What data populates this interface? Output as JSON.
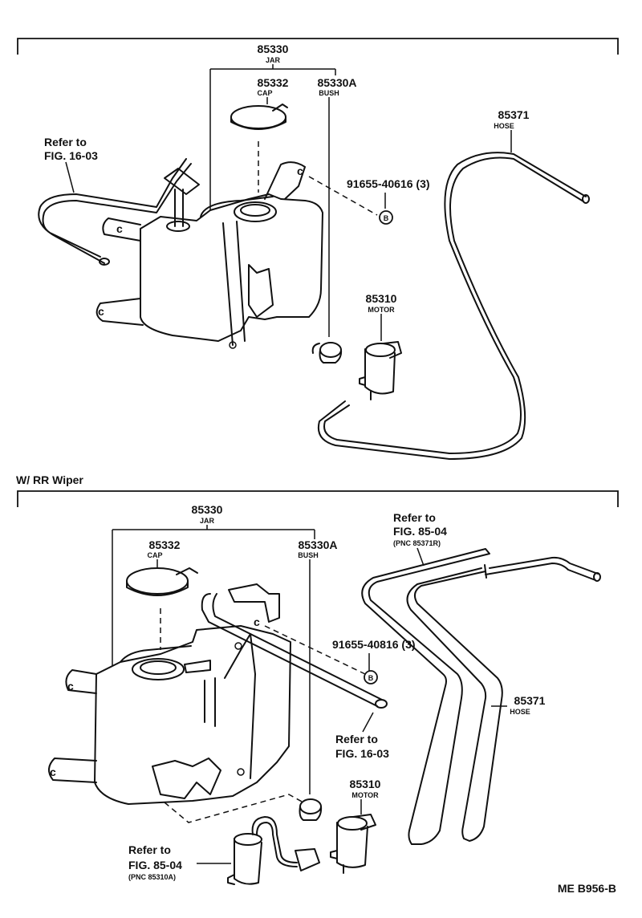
{
  "upper": {
    "jar": {
      "num": "85330",
      "name": "JAR"
    },
    "cap": {
      "num": "85332",
      "name": "CAP"
    },
    "bush": {
      "num": "85330A",
      "name": "BUSH"
    },
    "hose": {
      "num": "85371",
      "name": "HOSE"
    },
    "motor": {
      "num": "85310",
      "name": "MOTOR"
    },
    "bolt": {
      "num": "91655-40616 (3)",
      "mark": "B"
    },
    "ref1": {
      "line1": "Refer to",
      "line2": "FIG. 16-03"
    }
  },
  "section_title": "W/ RR Wiper",
  "lower": {
    "jar": {
      "num": "85330",
      "name": "JAR"
    },
    "cap": {
      "num": "85332",
      "name": "CAP"
    },
    "bush": {
      "num": "85330A",
      "name": "BUSH"
    },
    "hose": {
      "num": "85371",
      "name": "HOSE"
    },
    "motor": {
      "num": "85310",
      "name": "MOTOR"
    },
    "bolt": {
      "num": "91655-40816 (3)",
      "mark": "B"
    },
    "ref_hose": {
      "line1": "Refer to",
      "line2": "FIG. 85-04",
      "line3": "(PNC 85371R)"
    },
    "ref_pipe": {
      "line1": "Refer to",
      "line2": "FIG. 16-03"
    },
    "ref_motor": {
      "line1": "Refer to",
      "line2": "FIG. 85-04",
      "line3": "(PNC 85310A)"
    }
  },
  "footer_code": "ME  B956-B"
}
